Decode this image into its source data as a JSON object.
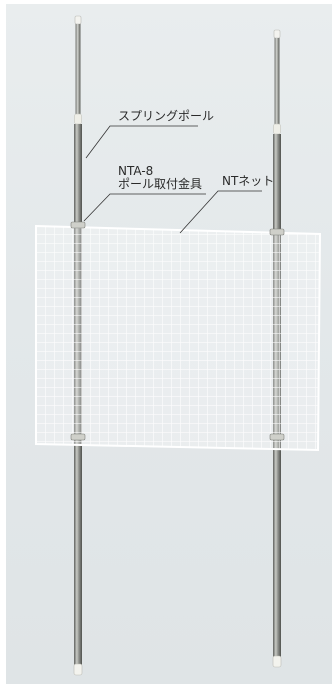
{
  "labels": {
    "spring_pole": "スプリングポール",
    "bracket_model": "NTA-8",
    "bracket_name": "ポール取付金具",
    "net": "NTネット"
  },
  "colors": {
    "background": "#e4e9eb",
    "pole_metal": "#8f918c",
    "net_wire": "#ffffff",
    "caps": "#f2f2ee",
    "leader_lines": "#333333"
  }
}
